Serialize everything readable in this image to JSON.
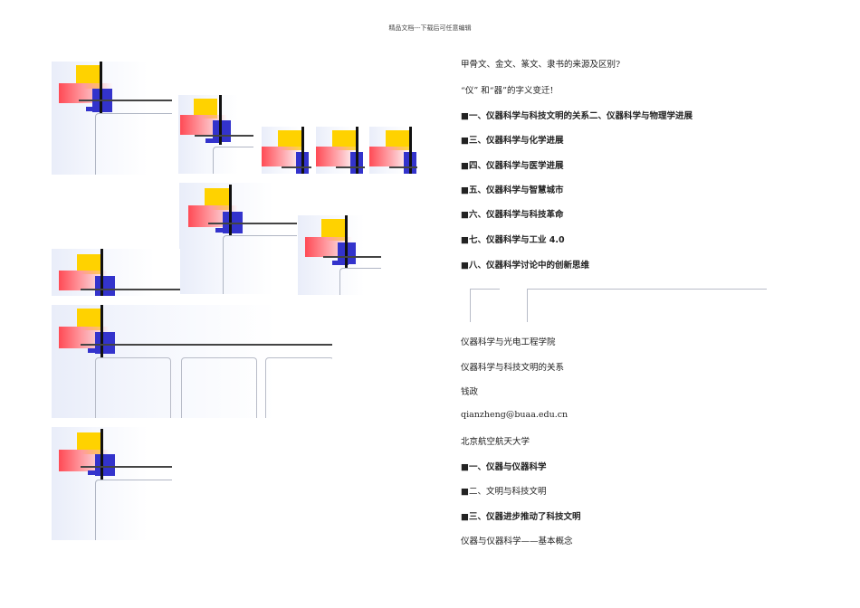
{
  "header": {
    "text": "精品文档---下载后可任意编辑"
  },
  "lines": [
    {
      "text": "甲骨文、金文、篆文、隶书的来源及区别?",
      "style": "normal"
    },
    {
      "text": "“仪” 和“器”的字义变迁!",
      "style": "normal"
    },
    {
      "text": "■一、仪器科学与科技文明的关系二、仪器科学与物理学进展",
      "style": "bold"
    },
    {
      "text": "■三、仪器科学与化学进展",
      "style": "bold"
    },
    {
      "text": "■四、仪器科学与医学进展",
      "style": "bold"
    },
    {
      "text": "■五、仪器科学与智慧城市",
      "style": "bold"
    },
    {
      "text": "■六、仪器科学与科技革命",
      "style": "bold"
    },
    {
      "text": "■七、仪器科学与工业 4.0",
      "style": "bold"
    },
    {
      "text": "■八、仪器科学讨论中的创新思维",
      "style": "bold"
    },
    {
      "text": "仪器科学与光电工程学院",
      "style": "normal"
    },
    {
      "text": "仪器科学与科技文明的关系",
      "style": "normal"
    },
    {
      "text": "钱政",
      "style": "normal"
    },
    {
      "text": "qianzheng@buaa.edu.cn",
      "style": "normal"
    },
    {
      "text": "北京航空航天大学",
      "style": "normal"
    },
    {
      "text": "■一、仪器与仪器科学",
      "style": "bold"
    },
    {
      "text": "■二、文明与科技文明",
      "style": "normal"
    },
    {
      "text": "■三、仪器进步推动了科技文明",
      "style": "bold"
    },
    {
      "text": "仪器与仪器科学——基本概念",
      "style": "normal"
    }
  ]
}
